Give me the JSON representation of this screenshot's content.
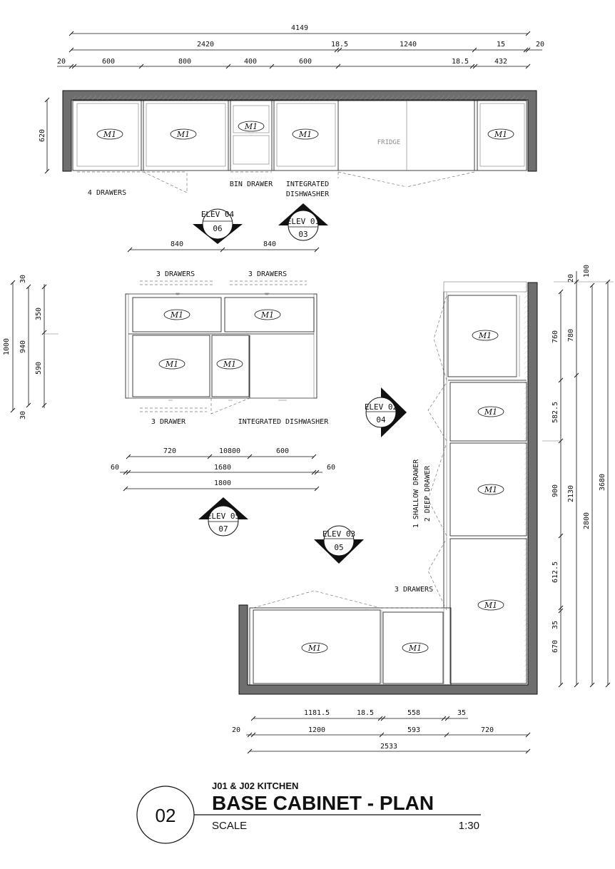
{
  "title_block": {
    "number": "02",
    "project": "J01 & J02 KITCHEN",
    "title": "BASE CABINET - PLAN",
    "scale_label": "SCALE",
    "scale_value": "1:30"
  },
  "cabinet_tag": "M1",
  "fridge_label": "FRIDGE",
  "top_dims": {
    "overall": "4149",
    "row2": [
      "2420",
      "18.5",
      "1240",
      "15",
      "20"
    ],
    "row3": [
      "20",
      "600",
      "800",
      "400",
      "600",
      "18.5",
      "432"
    ],
    "depth": "620"
  },
  "top_labels": {
    "drawers": "4 DRAWERS",
    "bin": "BIN DRAWER",
    "dishwasher_1": "INTEGRATED",
    "dishwasher_2": "DISHWASHER"
  },
  "island_dims": {
    "top": [
      "840",
      "840"
    ],
    "left_outer": "1000",
    "left_mid": "940",
    "left_parts": [
      "30",
      "350",
      "590",
      "30"
    ],
    "bottom1": [
      "720",
      "10800",
      "600"
    ],
    "bottom2": [
      "60",
      "1680",
      "60"
    ],
    "bottom3": "1800"
  },
  "island_labels": {
    "top_left": "3 DRAWERS",
    "top_right": "3  DRAWERS",
    "bottom_left": "3 DRAWER",
    "bottom_right": "INTEGRATED DISHWASHER"
  },
  "l_dims": {
    "right_top": [
      "20",
      "100"
    ],
    "right_inner": [
      "760",
      "582.5",
      "900",
      "612.5",
      "35",
      "670"
    ],
    "right_mid": [
      "780",
      "2130"
    ],
    "right_outer": [
      "2800",
      "3680"
    ],
    "bottom1": [
      "1181.5",
      "18.5",
      "558",
      "35"
    ],
    "bottom2": [
      "20",
      "1200",
      "593",
      "720"
    ],
    "bottom3": "2533"
  },
  "l_labels": {
    "three_drawers": "3 DRAWERS",
    "side_1": "1 SHALLOW DRAWER",
    "side_2": "2 DEEP DRAWER"
  },
  "elevations": [
    {
      "label": "ELEV 04",
      "num": "06"
    },
    {
      "label": "ELEV 01",
      "num": "03"
    },
    {
      "label": "ELEV 02",
      "num": "04"
    },
    {
      "label": "ELEV 05",
      "num": "07"
    },
    {
      "label": "ELEV 03",
      "num": "05"
    }
  ]
}
